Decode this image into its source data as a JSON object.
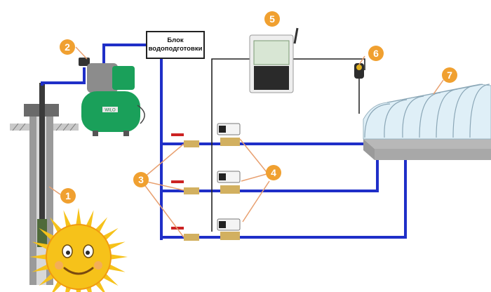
{
  "treatment_block": {
    "label": "Блок\nводоподготовки"
  },
  "markers": [
    {
      "id": "marker-1",
      "number": "1",
      "component": "well"
    },
    {
      "id": "marker-2",
      "number": "2",
      "component": "pump-station"
    },
    {
      "id": "marker-3",
      "number": "3",
      "component": "ball-valves"
    },
    {
      "id": "marker-4",
      "number": "4",
      "component": "solenoid-valves"
    },
    {
      "id": "marker-5",
      "number": "5",
      "component": "controller"
    },
    {
      "id": "marker-6",
      "number": "6",
      "component": "soil-sensor"
    },
    {
      "id": "marker-7",
      "number": "7",
      "component": "greenhouse"
    }
  ],
  "pump": {
    "brand": "WILO"
  },
  "colors": {
    "water_pipe": "#1f2fc8",
    "wire": "#222222",
    "marker_fill": "#f0a030",
    "leader_line": "#e8a070",
    "pump_tank": "#1aa05a",
    "sun": "#f6c21a"
  }
}
